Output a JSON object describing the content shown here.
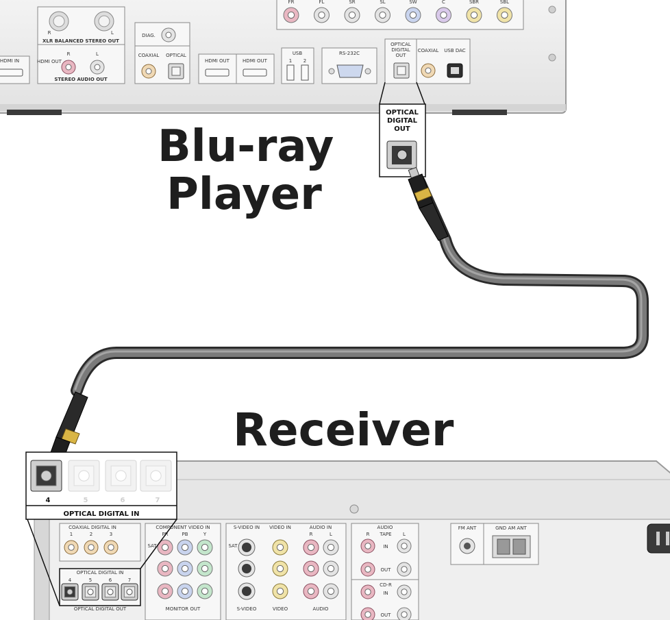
{
  "titles": {
    "bluray_line1": "Blu-ray",
    "bluray_line2": "Player",
    "receiver": "Receiver"
  },
  "bluray_panel": {
    "speaker_labels": [
      "FR",
      "FL",
      "SR",
      "SL",
      "SW",
      "C",
      "SBR",
      "SBL"
    ],
    "xlr_r": "R",
    "xlr_l": "L",
    "xlr_title": "XLR BALANCED STEREO OUT",
    "hdmi_out_side": "HDMI OUT",
    "stereo_r": "R",
    "stereo_l": "L",
    "stereo_title": "STEREO AUDIO OUT",
    "hdmi_in": "HDMI IN",
    "diag": "DIAG.",
    "coaxial": "COAXIAL",
    "optical": "OPTICAL",
    "hdmi_out_1": "HDMI OUT",
    "hdmi_out_2": "HDMI OUT",
    "usb": "USB",
    "usb_1": "1",
    "usb_2": "2",
    "rs232c": "RS-232C",
    "optical_digital_out_small": [
      "OPTICAL",
      "DIGITAL",
      "OUT"
    ],
    "coaxial_2": "COAXIAL",
    "usb_dac": "USB DAC"
  },
  "bluray_callout": [
    "OPTICAL",
    "DIGITAL",
    "OUT"
  ],
  "receiver_callout": {
    "numbers": [
      "4",
      "5",
      "6",
      "7"
    ],
    "title": "OPTICAL  DIGITAL  IN"
  },
  "receiver_panel": {
    "coaxial_digital_in": "COAXIAL  DIGITAL  IN",
    "coax_nums": [
      "1",
      "2",
      "3"
    ],
    "optical_digital_in": "OPTICAL  DIGITAL  IN",
    "optical_nums": [
      "4",
      "5",
      "6",
      "7"
    ],
    "optical_digital_out": "OPTICAL  DIGITAL  OUT",
    "component_video_in": "COMPONENT VIDEO IN",
    "component_cols": [
      "PR",
      "PB",
      "Y"
    ],
    "sat": "SAT",
    "monitor_out": "MONITOR  OUT",
    "svideo_in": "S-VIDEO  IN",
    "video_in": "VIDEO  IN",
    "audio_in": "AUDIO  IN",
    "audio_r": "R",
    "audio_l": "L",
    "svideo_bottom": "S-VIDEO",
    "video_bottom": "VIDEO",
    "audio_bottom": "AUDIO",
    "audio_group": "AUDIO",
    "tape": "TAPE",
    "tape_r": "R",
    "tape_l": "L",
    "in_1": "IN",
    "out_1": "OUT",
    "cdr": "CD-R",
    "in_2": "IN",
    "out_2": "OUT",
    "fm_ant": "FM ANT",
    "am_ant": "GND  AM  ANT"
  },
  "colors": {
    "panel": "#ececec",
    "panel_edge": "#9a9a9a",
    "cable": "#7a7a7a",
    "cable_dark": "#2b2b2b",
    "gold": "#d9b545"
  }
}
